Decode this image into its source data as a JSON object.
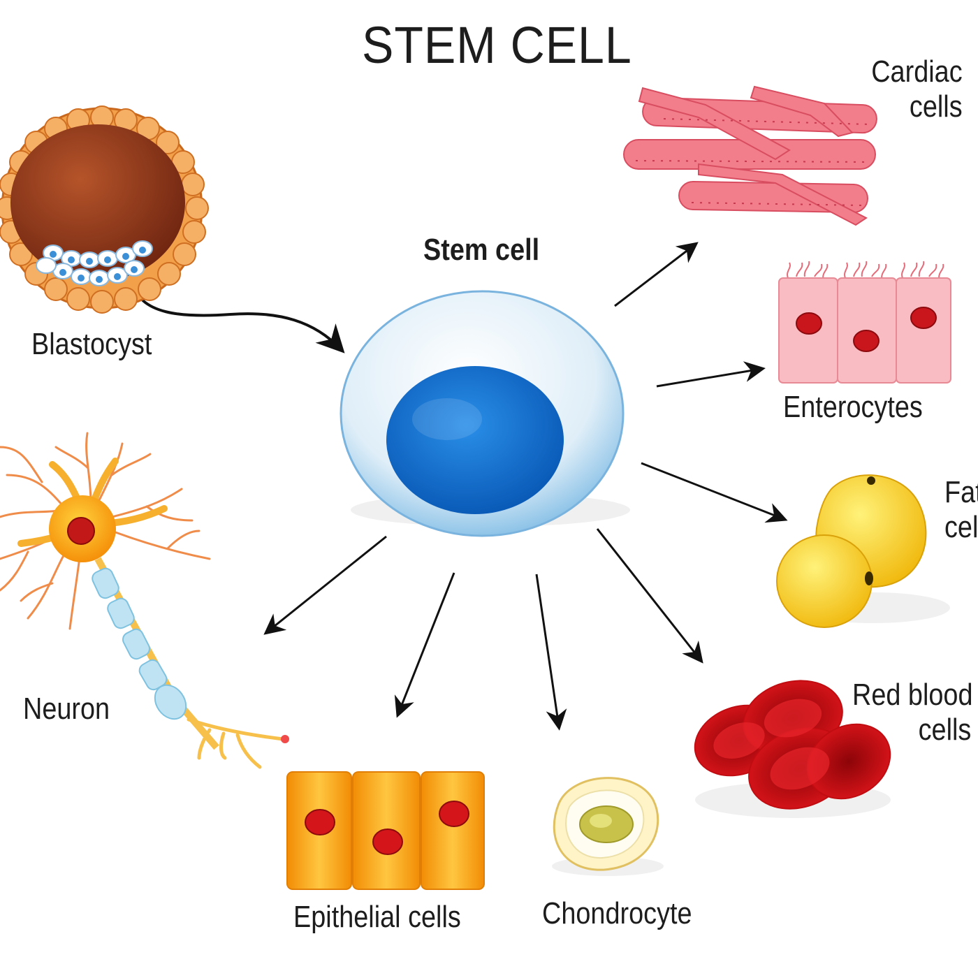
{
  "title": "STEM CELL",
  "center": {
    "label": "Stem cell"
  },
  "source": {
    "label": "Blastocyst"
  },
  "cells": {
    "cardiac": {
      "line1": "Cardiac",
      "line2": "cells"
    },
    "enterocytes": {
      "label": "Enterocytes"
    },
    "fat": {
      "line1": "Fat",
      "line2": "cells"
    },
    "red_blood": {
      "line1": "Red blood",
      "line2": "cells"
    },
    "chondrocyte": {
      "label": "Chondrocyte"
    },
    "epithelial": {
      "label": "Epithelial cells"
    },
    "neuron": {
      "label": "Neuron"
    }
  },
  "colors": {
    "arrow": "#111111",
    "nucleus_blue": "#1478d4",
    "blastocyst_orange": "#f09a3e",
    "cardiac_pink": "#f07a88",
    "enterocyte_pink": "#f7b9bf",
    "fat_yellow": "#f5cc22",
    "rbc_red": "#d40f16",
    "epithelial_orange": "#f5a20c",
    "neuron_orange": "#f7a51e"
  }
}
